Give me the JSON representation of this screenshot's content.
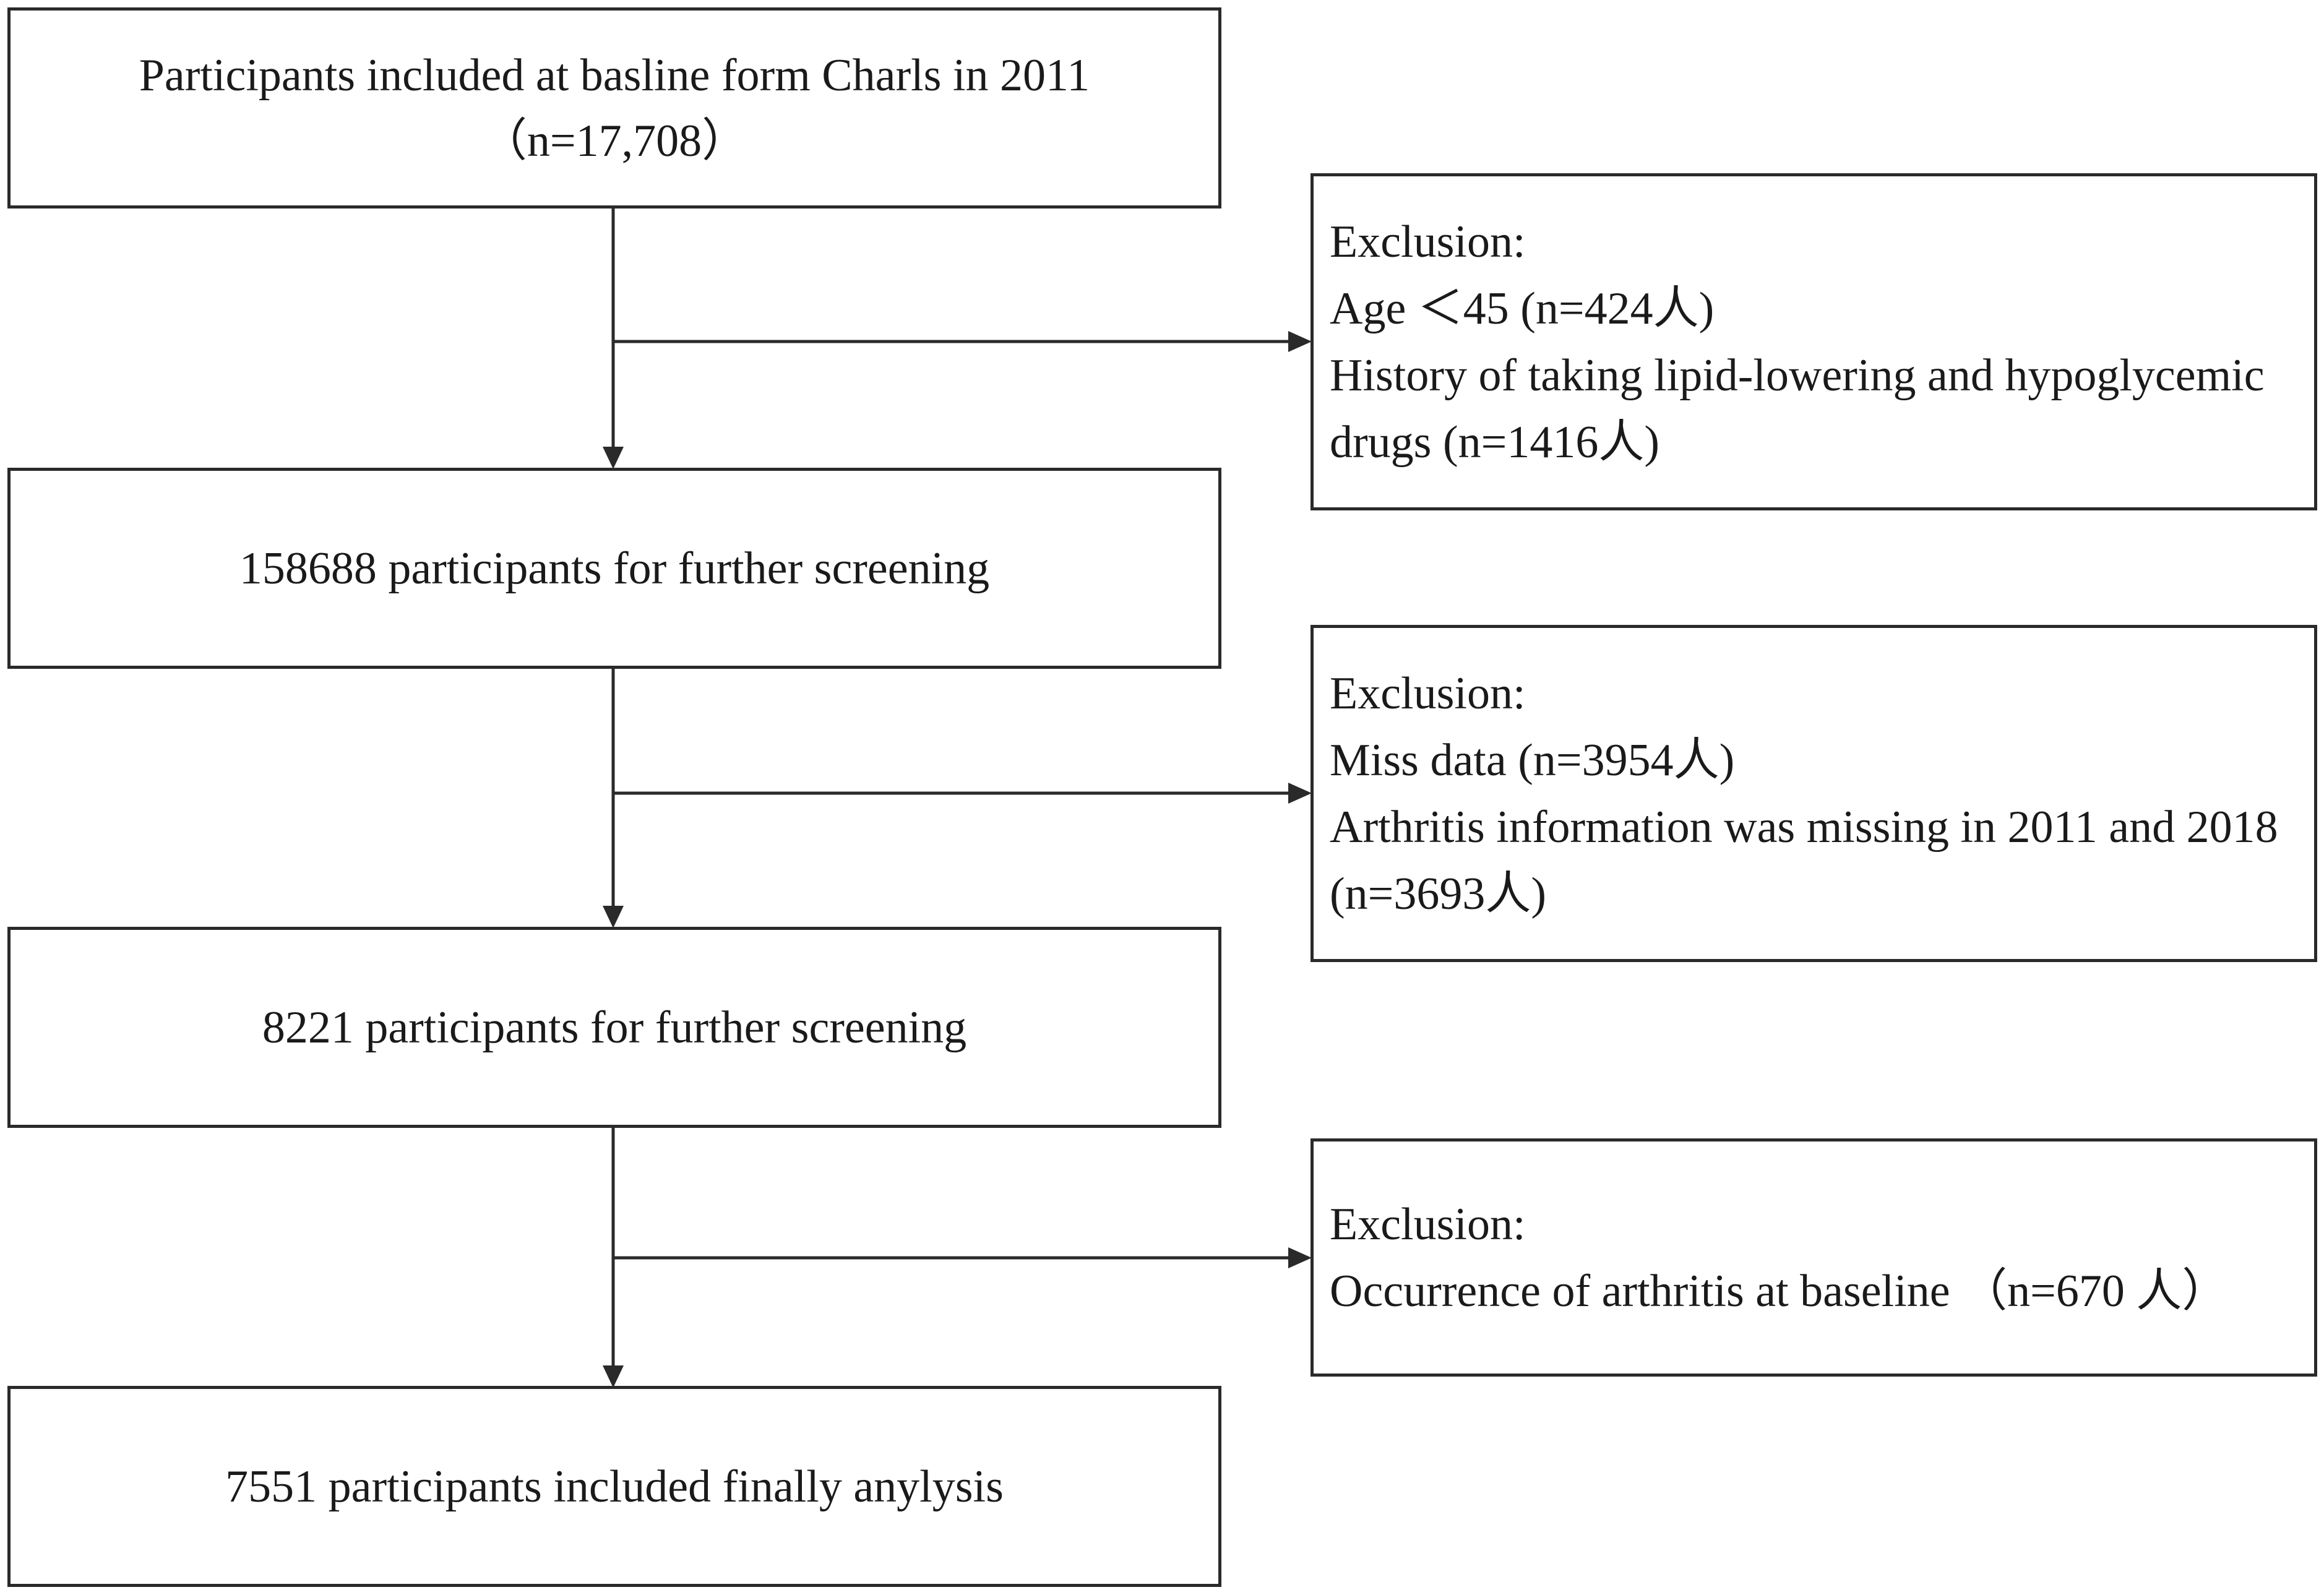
{
  "steps": [
    {
      "line1": "Participants included at basline form Charls in 2011",
      "line2": "（n=17,708）"
    },
    {
      "line1": "158688 participants for further screening"
    },
    {
      "line1": "8221 participants for further screening"
    },
    {
      "line1": "7551 participants included finally anylysis"
    }
  ],
  "exclusions": [
    {
      "heading": "Exclusion:",
      "lines": [
        "Age ＜45 (n=424人)",
        "History of taking lipid-lowering and hypoglycemic",
        "drugs (n=1416人)"
      ]
    },
    {
      "heading": "Exclusion:",
      "lines": [
        "Miss data (n=3954人)",
        "Arthritis information was missing in 2011 and 2018",
        "(n=3693人)"
      ]
    },
    {
      "heading": "Exclusion:",
      "lines": [
        "Occurrence of arthritis at baseline （n=670 人）"
      ]
    }
  ]
}
